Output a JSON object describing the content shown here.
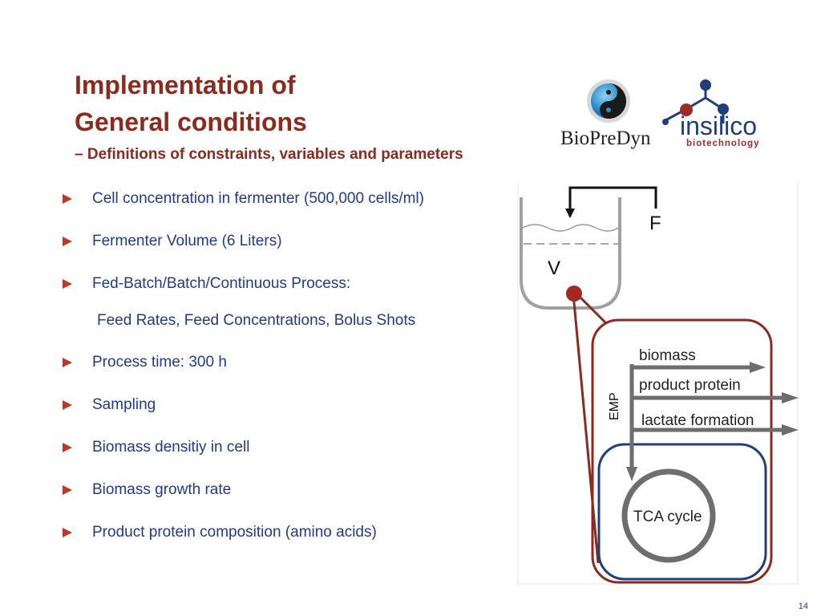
{
  "slide": {
    "title_line1": "Implementation of",
    "title_line2": "General conditions",
    "subtitle": "– Definitions of constraints, variables and parameters",
    "page_number": "14"
  },
  "bullets": {
    "b1_pre": "Cell concentration in fermenter  (500",
    "b1_comma": ",",
    "b1_post": "000 cells/ml)",
    "b2": "Fermenter Volume (6 Liters)",
    "b3": "Fed-Batch/Batch/Continuous Process:",
    "b3_sub": "Feed Rates, Feed Concentrations, Bolus Shots",
    "b4": "Process time: 300 h",
    "b5": "Sampling",
    "b6": "Biomass densitiy in cell",
    "b7": "Biomass growth rate",
    "b8": "Product protein composition (amino acids)"
  },
  "logos": {
    "biopredyn": "BioPreDyn",
    "insilico_main": "insilico",
    "insilico_sub": "biotechnology"
  },
  "diagram": {
    "feed_label": "F",
    "volume_label": "V",
    "emp_label": "EMP",
    "biomass": "biomass",
    "product_protein": "product protein",
    "lactate": "lactate formation",
    "tca": "TCA cycle"
  },
  "colors": {
    "title": "#8b2a1e",
    "bullet_text": "#1f3b8a",
    "bullet_marker": "#b43c28",
    "cell_outline": "#8b2a1e",
    "inner_outline": "#1f3f7a",
    "arrow_gray": "#6e6e6e"
  }
}
